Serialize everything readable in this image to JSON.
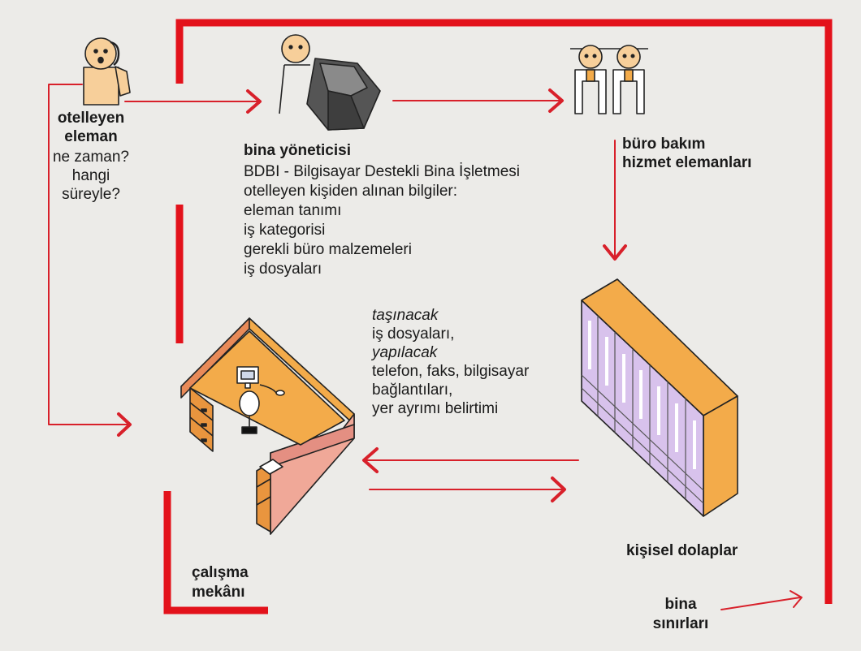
{
  "colors": {
    "background": "#ecebe8",
    "boundary_red": "#e3121b",
    "arrow_red": "#d8202a",
    "desk_orange": "#f3ab4a",
    "partition_pink": "#f0a898",
    "locker_lavender": "#d8c2ec",
    "skin": "#f7cf9a",
    "text": "#1a1a1a"
  },
  "icons": [
    "worker-figure-icon",
    "building-manager-figure-icon",
    "rock-block-icon",
    "maintenance-staff-icon",
    "workstation-icon",
    "personal-lockers-icon"
  ],
  "nodes": {
    "worker": {
      "title_lines": [
        "otelleyen",
        "eleman"
      ],
      "question_lines": [
        "ne zaman?",
        "hangi",
        "süreyle?"
      ]
    },
    "manager": {
      "title": "bina yöneticisi",
      "lines": [
        "BDBI - Bilgisayar Destekli Bina İşletmesi",
        "otelleyen kişiden alınan bilgiler:",
        "eleman tanımı",
        "iş kategorisi",
        "gerekli büro malzemeleri",
        "iş dosyaları"
      ]
    },
    "maintenance": {
      "title_lines": [
        "büro bakım",
        "hizmet elemanları"
      ]
    },
    "transfer": {
      "line1": "taşınacak",
      "line2": "iş dosyaları,",
      "line3": "yapılacak",
      "line4": "telefon, faks, bilgisayar",
      "line5": "bağlantıları,",
      "line6": "yer ayrımı belirtimi"
    },
    "workspace": {
      "title_lines": [
        "çalışma",
        "mekânı"
      ]
    },
    "lockers": {
      "title": "kişisel dolaplar"
    },
    "boundary": {
      "title_lines": [
        "bina",
        "sınırları"
      ]
    }
  }
}
